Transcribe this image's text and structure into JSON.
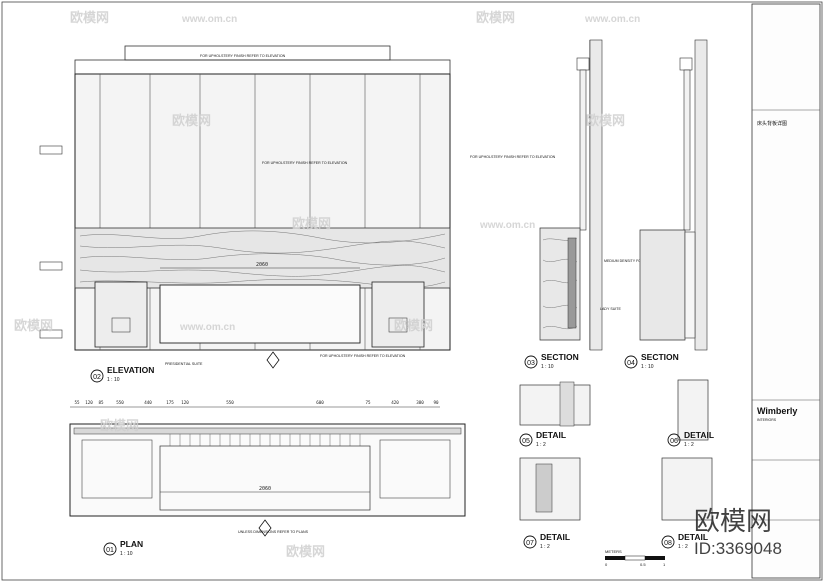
{
  "views": {
    "elevation": {
      "number": "02",
      "title": "ELEVATION",
      "scale": "1 : 10"
    },
    "section_a": {
      "number": "03",
      "title": "SECTION",
      "scale": "1 : 10"
    },
    "section_b": {
      "number": "04",
      "title": "SECTION",
      "scale": "1 : 10"
    },
    "detail_05": {
      "number": "05",
      "title": "DETAIL",
      "scale": "1 : 2"
    },
    "detail_06": {
      "number": "06",
      "title": "DETAIL",
      "scale": "1 : 2"
    },
    "detail_07": {
      "number": "07",
      "title": "DETAIL",
      "scale": "1 : 2"
    },
    "detail_08": {
      "number": "08",
      "title": "DETAIL",
      "scale": "1 : 2"
    },
    "plan": {
      "number": "01",
      "title": "PLAN",
      "scale": "1 : 10"
    }
  },
  "notes": {
    "upholstery_1": "FOR UPHOLSTERY FINISH REFER TO ELEVATION",
    "upholstery_2": "FOR UPHOLSTERY FINISH REFER TO ELEVATION",
    "upholstery_3": "FOR UPHOLSTERY FINISH REFER TO ELEVATION",
    "upholstery_4": "FOR UPHOLSTERY FINISH REFER TO ELEVATION",
    "medium_density": "MEDIUM DENSITY FOAM BACKING",
    "lady_suite": "LADY SUITE",
    "presidential_suite": "PRESIDENTIAL SUITE",
    "unless_dims": "UNLESS DIMENSIONS REFER TO PLANS"
  },
  "dimensions": {
    "elev_width": "2060",
    "plan_width": "2060",
    "plan_top": [
      "55",
      "120",
      "85",
      "550",
      "440",
      "175",
      "120",
      "550",
      "600",
      "75",
      "420",
      "380",
      "90"
    ]
  },
  "title_block": {
    "brand": "Wimberly",
    "brand_sub": "INTERIORS",
    "cn_title": "床头背板详图"
  },
  "watermark": {
    "site": "www.om.cn",
    "brand": "欧模网",
    "id_label": "ID:3369048"
  },
  "scale_bar": {
    "label": "METERS",
    "ticks": [
      "0",
      "0.5",
      "1"
    ]
  }
}
